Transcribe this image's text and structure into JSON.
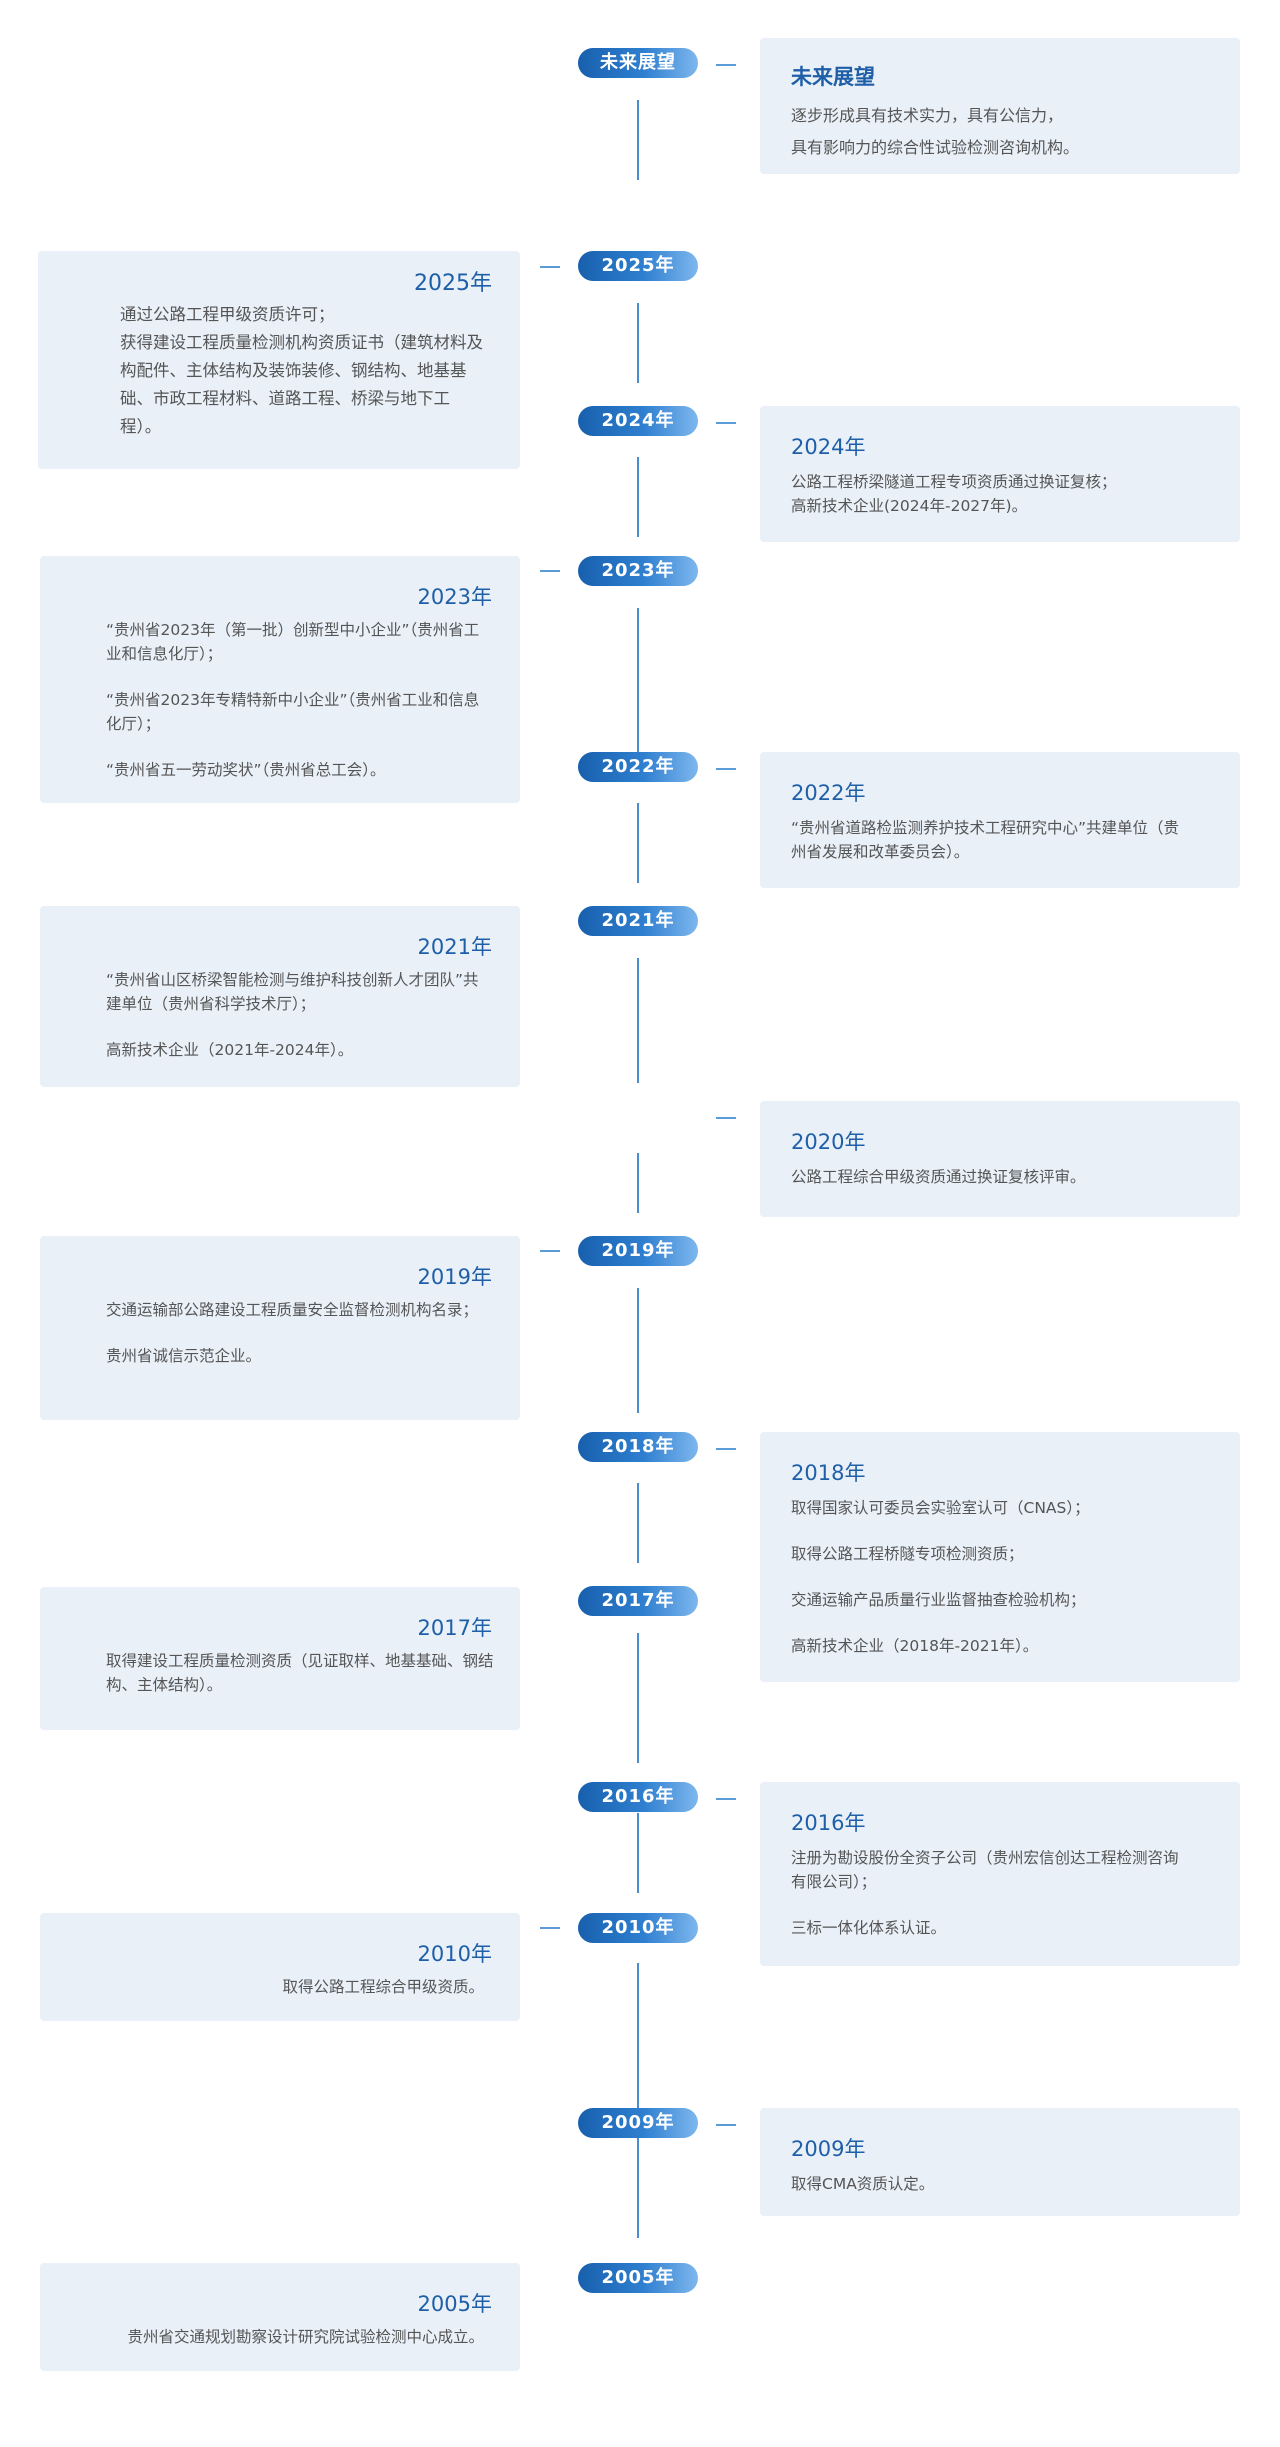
{
  "entries": [
    {
      "key": "future",
      "pill": "未来展望",
      "title": "未来展望",
      "lines": [
        "逐步形成具有技术实力，具有公信力，",
        "具有影响力的综合性试验检测咨询机构。"
      ]
    },
    {
      "key": "y2025",
      "pill": "2025年",
      "title": "2025年",
      "lines": [
        "通过公路工程甲级资质许可；",
        "获得建设工程质量检测机构资质证书（建筑材料及构配件、主体结构及装饰装修、钢结构、地基基础、市政工程材料、道路工程、桥梁与地下工程）。"
      ]
    },
    {
      "key": "y2024",
      "pill": "2024年",
      "title": "2024年",
      "lines": [
        "公路工程桥梁隧道工程专项资质通过换证复核；",
        "高新技术企业(2024年-2027年)。"
      ]
    },
    {
      "key": "y2023",
      "pill": "2023年",
      "title": "2023年",
      "lines": [
        "“贵州省2023年（第一批）创新型中小企业”（贵州省工业和信息化厅）；",
        "“贵州省2023年专精特新中小企业”（贵州省工业和信息化厅）；",
        "“贵州省五一劳动奖状”（贵州省总工会）。"
      ]
    },
    {
      "key": "y2022",
      "pill": "2022年",
      "title": "2022年",
      "lines": [
        "“贵州省道路检监测养护技术工程研究中心”共建单位（贵州省发展和改革委员会）。"
      ]
    },
    {
      "key": "y2021",
      "pill": "2021年",
      "title": "2021年",
      "lines": [
        "“贵州省山区桥梁智能检测与维护科技创新人才团队”共建单位（贵州省科学技术厅）；",
        "高新技术企业（2021年-2024年）。"
      ]
    },
    {
      "key": "y2020",
      "pill": "",
      "title": "2020年",
      "lines": [
        "公路工程综合甲级资质通过换证复核评审。"
      ]
    },
    {
      "key": "y2019",
      "pill": "2019年",
      "title": "2019年",
      "lines": [
        "交通运输部公路建设工程质量安全监督检测机构名录；",
        "贵州省诚信示范企业。"
      ]
    },
    {
      "key": "y2018",
      "pill": "2018年",
      "title": "2018年",
      "lines": [
        "取得国家认可委员会实验室认可（CNAS）；",
        "取得公路工程桥隧专项检测资质；",
        "交通运输产品质量行业监督抽查检验机构；",
        "高新技术企业（2018年-2021年）。"
      ]
    },
    {
      "key": "y2017",
      "pill": "2017年",
      "title": "2017年",
      "lines": [
        "取得建设工程质量检测资质（见证取样、地基基础、钢结构、主体结构）。"
      ]
    },
    {
      "key": "y2016",
      "pill": "2016年",
      "title": "2016年",
      "lines": [
        "注册为勘设股份全资子公司（贵州宏信创达工程检测咨询有限公司）；",
        "三标一体化体系认证。"
      ]
    },
    {
      "key": "y2010",
      "pill": "2010年",
      "title": "2010年",
      "lines": [
        "取得公路工程综合甲级资质。"
      ]
    },
    {
      "key": "y2009",
      "pill": "2009年",
      "title": "2009年",
      "lines": [
        "取得CMA资质认定。"
      ]
    },
    {
      "key": "y2005",
      "pill": "2005年",
      "title": "2005年",
      "lines": [
        "贵州省交通规划勘察设计研究院试验检测中心成立。"
      ]
    }
  ],
  "colors": {
    "accent": "#1e5fa8",
    "card_bg": "#e9f0f8",
    "line": "#4a8ccf"
  }
}
